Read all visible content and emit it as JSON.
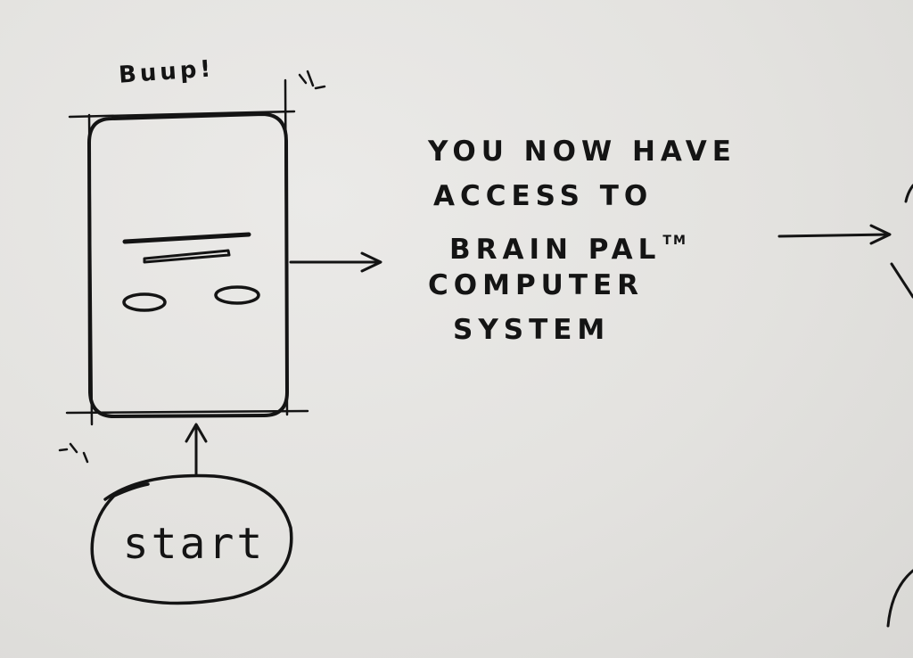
{
  "sound_label": "Buup!",
  "caption_lines": [
    "YOU NOW HAVE",
    "ACCESS TO",
    "BRAIN PAL",
    "COMPUTER",
    "SYSTEM"
  ],
  "trademark": "TM",
  "start_label": "start",
  "ink_color": "#141414",
  "paper_color": "#e4e3e1"
}
